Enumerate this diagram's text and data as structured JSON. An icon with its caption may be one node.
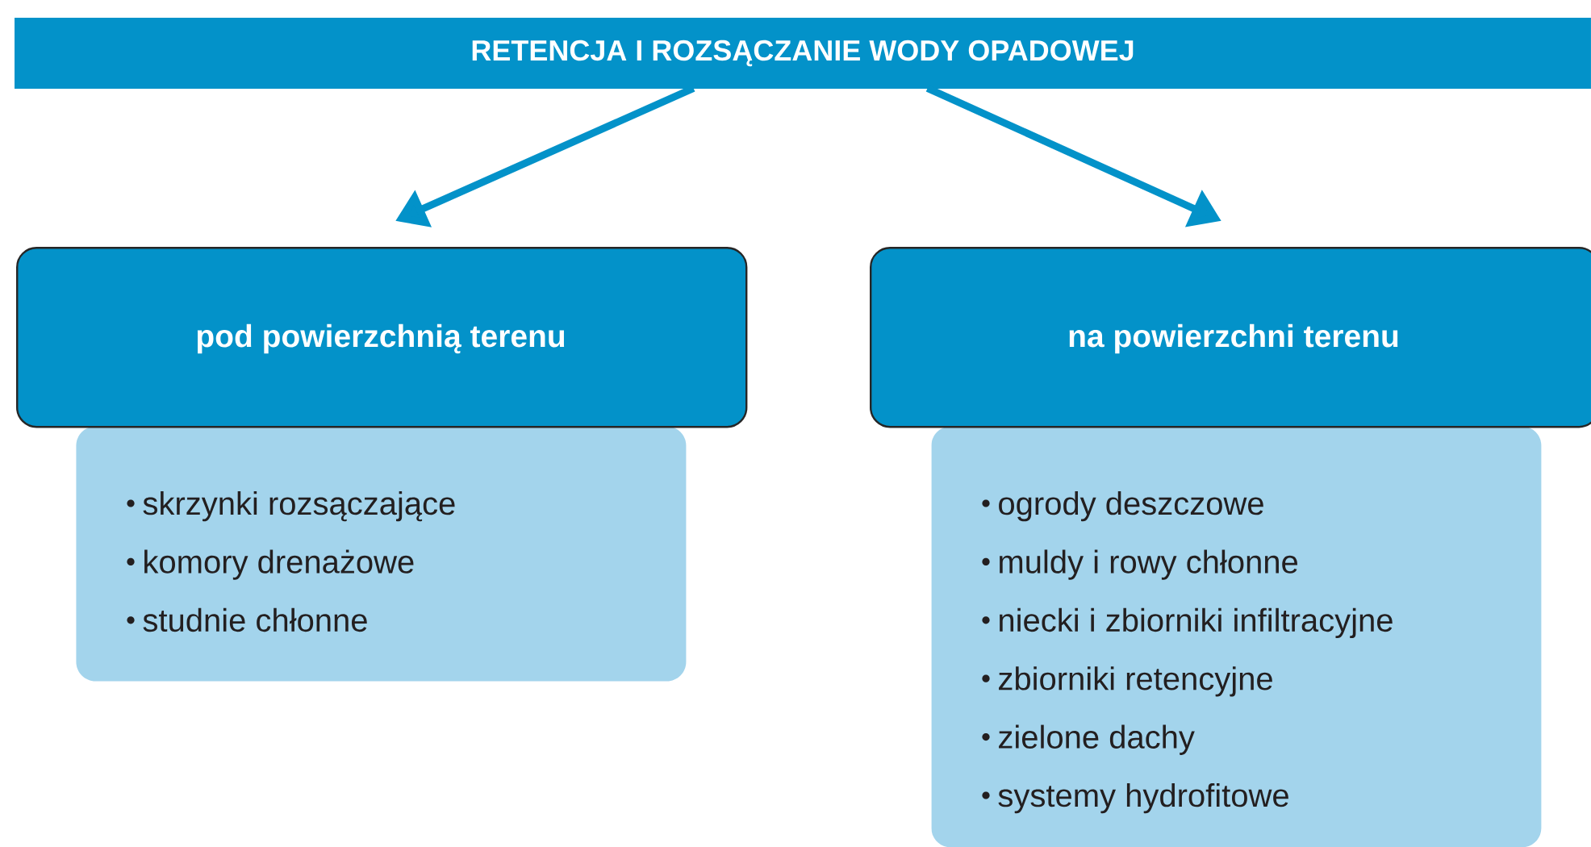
{
  "diagram": {
    "nodes": [
      {
        "text": [
          "RETENCJA I ROZSĄCZANIE WODY OPADOWEJ"
        ]
      },
      {
        "text": [
          "pod powierzchnią terenu"
        ]
      },
      {
        "text": [
          "skrzynki rozsączające",
          "komory drenażowe",
          "studnie chłonne"
        ]
      },
      {
        "text": [
          "na powierzchni terenu"
        ]
      },
      {
        "text": [
          "ogrody deszczowe",
          "muldy i rowy chłonne",
          "niecki i zbiorniki infiltracyjne",
          "zbiorniki retencyjne",
          "zielone dachy",
          "systemy hydrofitowe"
        ]
      }
    ],
    "edges": [
      {
        "from": 0,
        "to": 1,
        "arrow": "to"
      },
      {
        "from": 0,
        "to": 3,
        "arrow": "to"
      }
    ]
  }
}
